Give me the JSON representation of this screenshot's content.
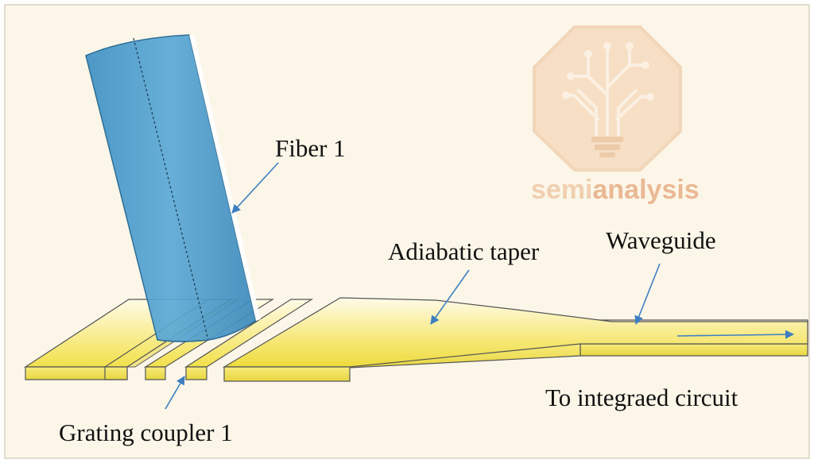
{
  "labels": {
    "fiber": "Fiber 1",
    "taper": "Adiabatic taper",
    "waveguide": "Waveguide",
    "circuit": "To integraed circuit",
    "grating": "Grating coupler 1"
  },
  "watermark": {
    "part1": "semi",
    "part2": "analysis",
    "color_light": "#f0cfb0",
    "color_dark": "#eab894",
    "icon": "circuit-tree-lightbulb-icon"
  },
  "colors": {
    "background": "#fbf6e8",
    "fiber": "#4f9fcd",
    "fiber_edge": "#2f6f97",
    "waveguide_light": "#fff7d0",
    "waveguide_yellow": "#f0e050",
    "arrow": "#3d7fc1"
  }
}
